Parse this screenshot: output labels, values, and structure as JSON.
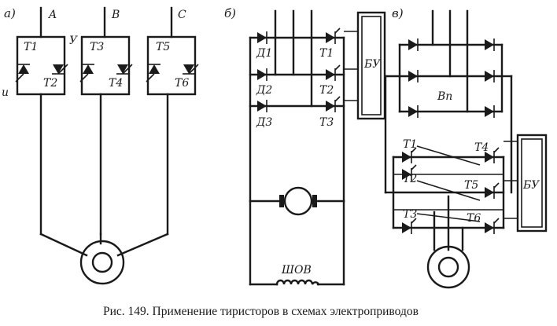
{
  "panels": {
    "a": {
      "tag": "а)",
      "phases": [
        "A",
        "B",
        "C"
      ],
      "modules": [
        {
          "top": "T1",
          "bottom": "T2"
        },
        {
          "top": "T3",
          "bottom": "T4"
        },
        {
          "top": "T5",
          "bottom": "T6"
        }
      ],
      "control_label": "У",
      "left_mark": "u"
    },
    "b": {
      "tag": "б)",
      "diodes": [
        "Д1",
        "Д2",
        "Д3"
      ],
      "thyristors": [
        "T1",
        "T2",
        "T3"
      ],
      "control_unit": "БУ",
      "winding": "ШОВ"
    },
    "v": {
      "tag": "в)",
      "rectifier": "Вп",
      "thyristors": [
        "T1",
        "T2",
        "T3",
        "T4",
        "T5",
        "T6"
      ],
      "control_unit": "БУ"
    }
  },
  "caption": "Рис. 149. Применение тиристоров в схемах электроприводов"
}
